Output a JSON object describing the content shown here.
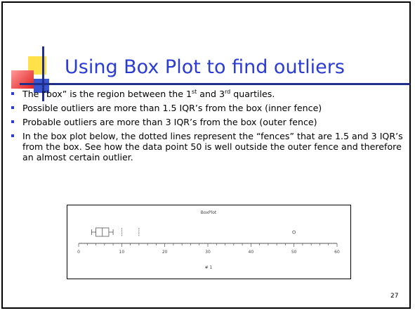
{
  "slide": {
    "title": "Using Box Plot to find outliers",
    "page_number": "27",
    "accent_color": "#2b3bd6"
  },
  "bullets": [
    {
      "pre": "The “box” is the region between the 1",
      "sup1": "st",
      "mid": " and 3",
      "sup2": "rd",
      "post": " quartiles."
    },
    {
      "text": "Possible outliers are more than 1.5 IQR’s from the box (inner fence)"
    },
    {
      "text": "Probable outliers are more than 3 IQR’s from the box (outer fence)"
    },
    {
      "text": "In the box plot below, the dotted lines represent the “fences” that are 1.5 and 3 IQR’s from the box. See how the data point 50 is well outside the outer fence and therefore an almost certain outlier."
    }
  ],
  "chart_data": {
    "type": "box",
    "title": "BoxPlot",
    "xlabel": "# 1",
    "xlim": [
      0,
      60
    ],
    "xticks": [
      0,
      10,
      20,
      30,
      40,
      50,
      60
    ],
    "box": {
      "whisker_low": 3,
      "q1": 4,
      "median": 5.5,
      "q3": 7,
      "whisker_high": 8
    },
    "fences": [
      10,
      14
    ],
    "outliers": [
      50
    ]
  }
}
